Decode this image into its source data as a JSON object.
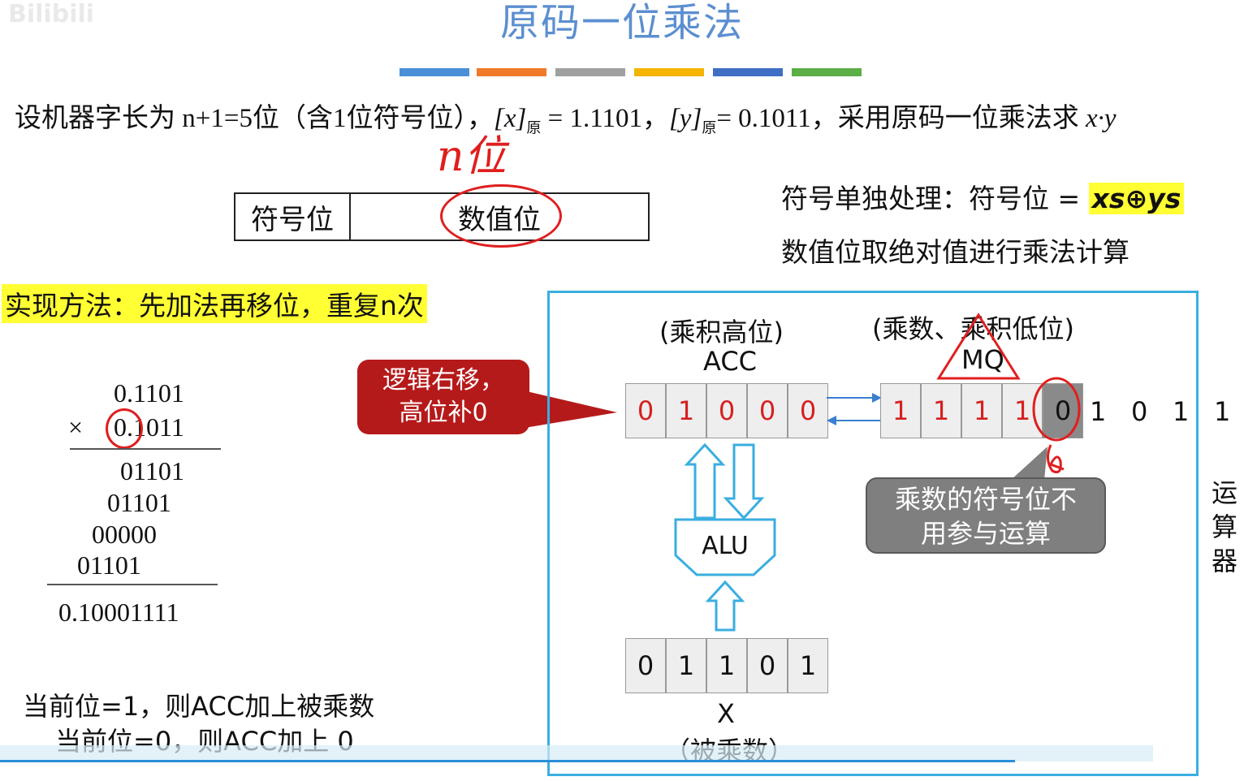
{
  "title": "原码一位乘法",
  "watermark": "Bilibili",
  "color_bar": [
    "#4a90d9",
    "#f07a2a",
    "#a0a0a0",
    "#f5b400",
    "#3e6fc4",
    "#5cae46"
  ],
  "problem": {
    "prefix": "设机器字长为 n+1=5位（含1位符号位），",
    "x_bracket": "[x]",
    "x_sub": "原",
    "x_value": " = 1.1101，",
    "y_bracket": "[y]",
    "y_sub": "原",
    "y_value": "= 0.1011，采用原码一位乘法求 ",
    "goal": "x·y"
  },
  "handwritten_n": "n位",
  "format_box": {
    "sign": "符号位",
    "value": "数值位"
  },
  "sign_note": {
    "label": "符号单独处理：符号位 = ",
    "formula": "xs⊕ys"
  },
  "value_note": "数值位取绝对值进行乘法计算",
  "method": "实现方法：先加法再移位，重复n次",
  "manual": {
    "multiplicand": "0.1101",
    "times": "×",
    "multiplier": "0.1011",
    "partials": [
      "01101",
      "01101",
      "00000",
      "01101"
    ],
    "result": "0.10001111"
  },
  "rules": [
    "当前位=1，则ACC加上被乘数",
    "当前位=0，则ACC加上 0"
  ],
  "callout": [
    "逻辑右移，",
    "高位补0"
  ],
  "acc": {
    "caption": "(乘积高位)",
    "name": "ACC",
    "bits": [
      "0",
      "1",
      "0",
      "0",
      "0"
    ]
  },
  "mq": {
    "caption": "(乘数、乘积低位)",
    "name": "MQ",
    "bits": [
      "1",
      "1",
      "1",
      "1",
      "0"
    ],
    "shifted": [
      "1",
      "0",
      "1",
      "1"
    ]
  },
  "gray_callout": [
    "乘数的符号位不",
    "用参与运算"
  ],
  "alu": "ALU",
  "x_reg": {
    "bits": [
      "0",
      "1",
      "1",
      "0",
      "1"
    ],
    "name": "X",
    "caption": "（被乘数）"
  },
  "unit_label": "运算器"
}
